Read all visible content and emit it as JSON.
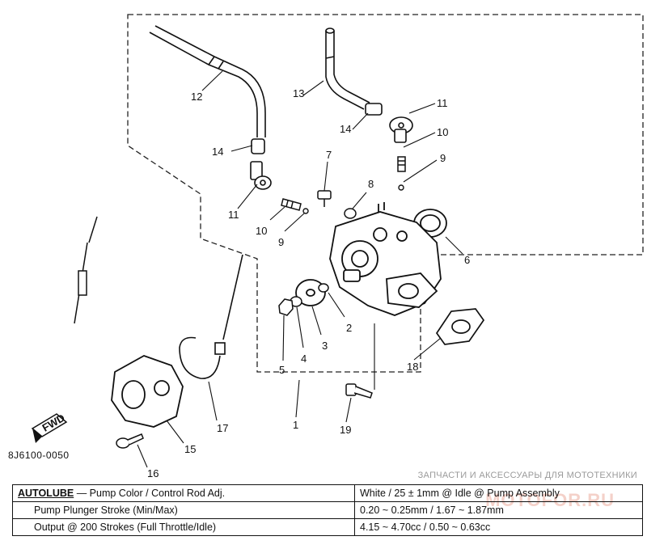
{
  "diagram": {
    "part_labels": [
      "1",
      "2",
      "3",
      "4",
      "5",
      "6",
      "7",
      "8",
      "9",
      "10",
      "11",
      "12",
      "13",
      "14",
      "15",
      "16",
      "17",
      "18",
      "19"
    ],
    "fwd_label": "FWD",
    "drawing_code": "8J6100-0050"
  },
  "watermark": {
    "top_text": "ЗАПЧАСТИ И АКСЕССУАРЫ ДЛЯ МОТОТЕХНИКИ",
    "logo_text": "MOTOFOR.RU"
  },
  "spec_table": {
    "header": {
      "name": "AUTOLUBE",
      "rest": " — Pump Color / Control Rod Adj.",
      "value": "White / 25 ± 1mm @ Idle @ Pump Assembly"
    },
    "rows": [
      {
        "label": "Pump Plunger Stroke (Min/Max)",
        "value": "0.20 ~ 0.25mm / 1.67 ~ 1.87mm"
      },
      {
        "label": "Output @ 200 Strokes (Full Throttle/Idle)",
        "value": "4.15 ~ 4.70cc / 0.50 ~ 0.63cc"
      }
    ]
  }
}
